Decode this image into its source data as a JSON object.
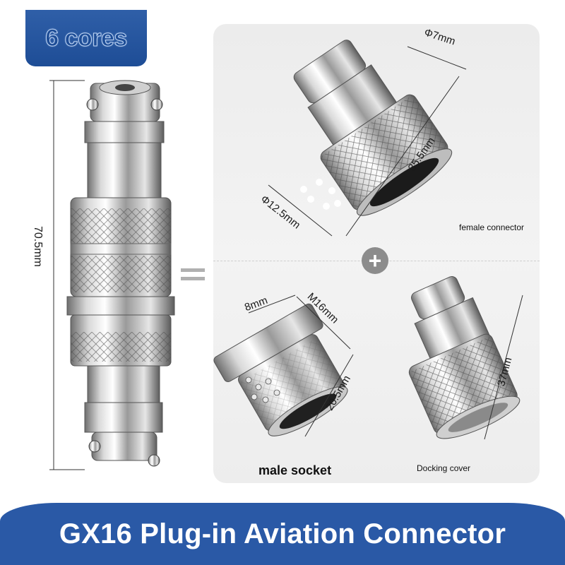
{
  "badge": {
    "label": "6 cores"
  },
  "assembled": {
    "length_label": "70.5mm"
  },
  "female": {
    "caption": "female connector",
    "dims": {
      "hole": "Φ7mm",
      "length": "35.5mm",
      "face": "Φ12.5mm"
    }
  },
  "male": {
    "caption": "male socket",
    "dims": {
      "flange": "8mm",
      "thread": "M16mm",
      "length": "20.5mm"
    }
  },
  "cover": {
    "caption": "Docking cover",
    "dims": {
      "length": "37mm"
    }
  },
  "footer": {
    "title": "GX16 Plug-in Aviation Connector"
  },
  "colors": {
    "brand_blue": "#2a59a6",
    "panel_gray": "#ededed"
  }
}
